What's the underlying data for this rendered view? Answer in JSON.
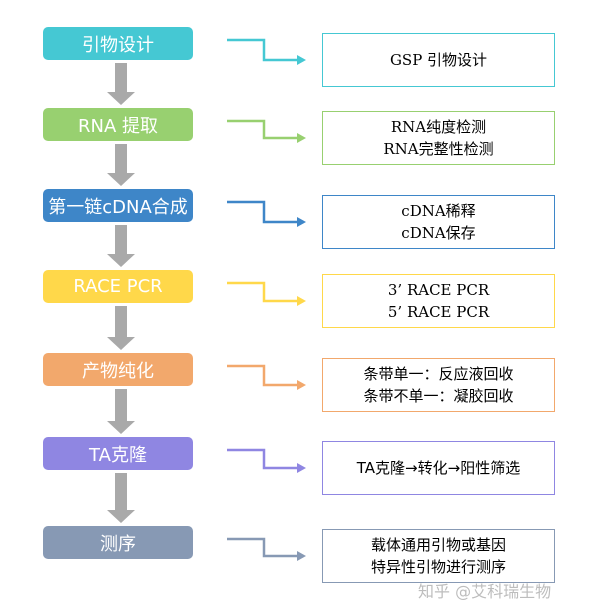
{
  "steps": [
    {
      "label": "引物设计",
      "color": "#45c8d3"
    },
    {
      "label": "RNA 提取",
      "color": "#98d070"
    },
    {
      "label": "第一链cDNA合成",
      "color": "#3e86c8"
    },
    {
      "label": "RACE PCR",
      "color": "#ffd84a"
    },
    {
      "label": "产物纯化",
      "color": "#f2a86c"
    },
    {
      "label": "TA克隆",
      "color": "#8f86e2"
    },
    {
      "label": "测序",
      "color": "#8799b4"
    }
  ],
  "details": [
    {
      "lines": [
        "GSP 引物设计"
      ],
      "border": "#45c8d3"
    },
    {
      "lines": [
        "RNA纯度检测",
        "RNA完整性检测"
      ],
      "border": "#98d070"
    },
    {
      "lines": [
        "cDNA稀释",
        "cDNA保存"
      ],
      "border": "#3e86c8"
    },
    {
      "lines": [
        "3’ RACE PCR",
        "5’ RACE PCR"
      ],
      "border": "#ffd84a"
    },
    {
      "lines": [
        "条带单一：反应液回收",
        "条带不单一：凝胶回收"
      ],
      "border": "#f2a86c"
    },
    {
      "lines": [
        "TA克隆→转化→阳性筛选"
      ],
      "border": "#8f86e2"
    },
    {
      "lines": [
        "载体通用引物或基因",
        "特异性引物进行测序"
      ],
      "border": "#8799b4"
    }
  ],
  "down_arrow_color": "#a9a9a9",
  "watermark": "知乎 @艾科瑞生物"
}
